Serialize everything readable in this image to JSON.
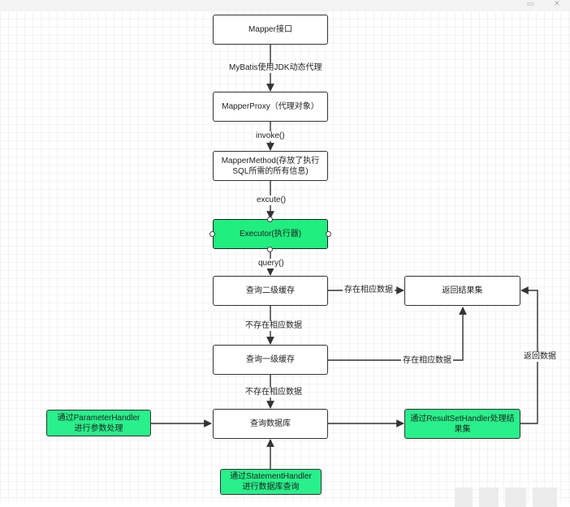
{
  "nodes": {
    "mapper_interface": "Mapper接口",
    "mapper_proxy": "MapperProxy（代理对象）",
    "mapper_method_line1": "MapperMethod(存放了执行",
    "mapper_method_line2": "SQL所需的所有信息)",
    "executor": "Executor(执行器)",
    "query_second_cache": "查询二级缓存",
    "return_result_set": "返回结果集",
    "query_first_cache": "查询一级缓存",
    "query_database": "查询数据库",
    "parameter_handler_line1": "通过ParameterHandler",
    "parameter_handler_line2": "进行参数处理",
    "result_set_handler_line1": "通过ResultSetHandler处理结",
    "result_set_handler_line2": "果集",
    "statement_handler_line1": "通过StatementHandler",
    "statement_handler_line2": "进行数据库查询"
  },
  "edges": {
    "jdk_proxy": "MyBatis使用JDK动态代理",
    "invoke": "invoke()",
    "excute": "excute()",
    "query": "query()",
    "l2_hit": "存在相应数据",
    "l2_miss": "不存在相应数据",
    "l1_hit": "存在相应数据",
    "l1_miss": "不存在相应数据",
    "return_data": "返回数据"
  },
  "colors": {
    "green_node": "#28f08a",
    "selected_node": "#20ee7f",
    "edge": "#333333",
    "grid": "#f3f3f3"
  }
}
